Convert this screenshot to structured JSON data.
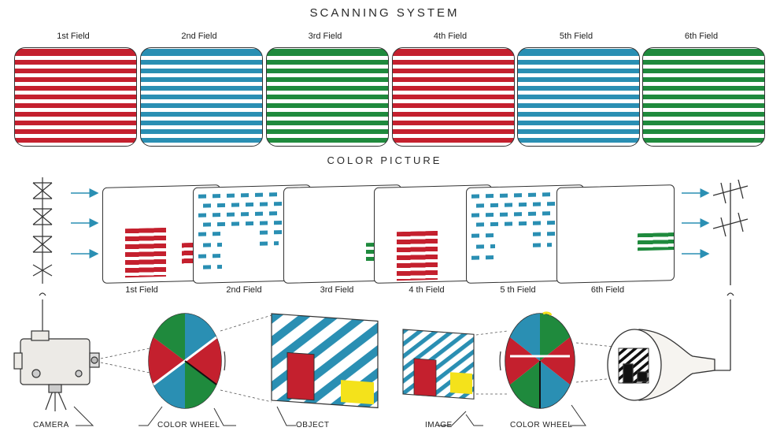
{
  "title": "SCANNING SYSTEM",
  "subtitle": "COLOR PICTURE",
  "fields_top": [
    {
      "label": "1st Field",
      "color": "#c4202e"
    },
    {
      "label": "2nd Field",
      "color": "#2a8fb3"
    },
    {
      "label": "3rd Field",
      "color": "#1f8a3d"
    },
    {
      "label": "4th Field",
      "color": "#c4202e"
    },
    {
      "label": "5th Field",
      "color": "#2a8fb3"
    },
    {
      "label": "6th Field",
      "color": "#1f8a3d"
    }
  ],
  "fields_sheets": [
    {
      "label": "1st Field"
    },
    {
      "label": "2nd Field"
    },
    {
      "label": "3rd Field"
    },
    {
      "label": "4 th Field"
    },
    {
      "label": "5 th Field"
    },
    {
      "label": "6th Field"
    }
  ],
  "captions": {
    "camera": "CAMERA",
    "color_wheel_left": "COLOR WHEEL",
    "object": "OBJECT",
    "image": "IMAGE",
    "color_wheel_right": "COLOR WHEEL"
  },
  "colors": {
    "red": "#c4202e",
    "blue": "#2a8fb3",
    "green": "#1f8a3d",
    "yellow": "#f4e21b"
  }
}
